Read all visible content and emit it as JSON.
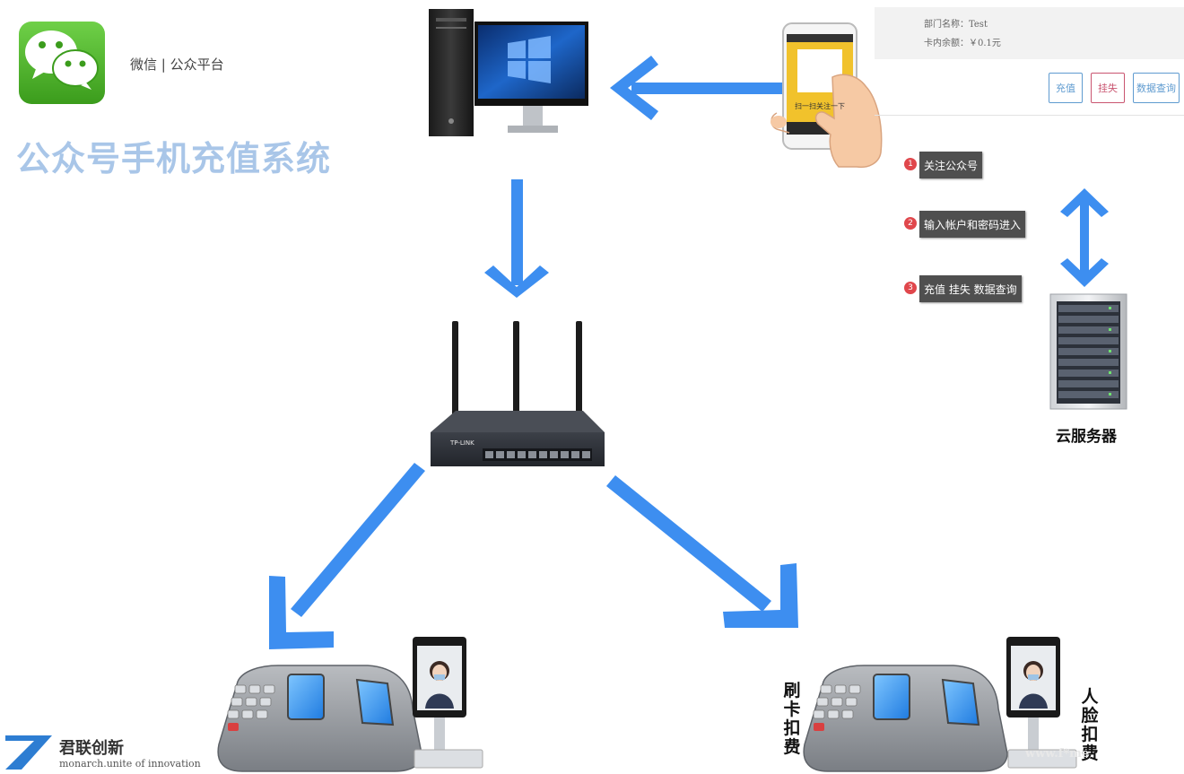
{
  "wechat": {
    "platform_label": "微信 | 公众平台"
  },
  "title": "公众号手机充值系统",
  "phone_screen": {
    "scan_text": "扫一扫关注一下"
  },
  "account_panel": {
    "dept_line": "部门名称：Test",
    "balance_line": "卡内余额：￥0.1元",
    "buttons": [
      "充值",
      "挂失",
      "数据查询"
    ]
  },
  "router": {
    "brand_text": "TP-LINK"
  },
  "steps": [
    {
      "num": "1",
      "label": "关注公众号"
    },
    {
      "num": "2",
      "label": "输入帐户和密码进入"
    },
    {
      "num": "3",
      "label": "充值 挂失 数据查询"
    }
  ],
  "cloud_server_label": "云服务器",
  "card_deduct_label": "刷卡扣费",
  "face_deduct_label": "人脸扣费",
  "logo": {
    "name": "君联创新",
    "subtitle": "monarch.unite of innovation"
  },
  "watermark": "www.f*me",
  "colors": {
    "arrow": "#3d8ef0",
    "wechat_green": "#52b52a",
    "title_blue": "#a9c6e8",
    "step_red": "#e0474c"
  }
}
